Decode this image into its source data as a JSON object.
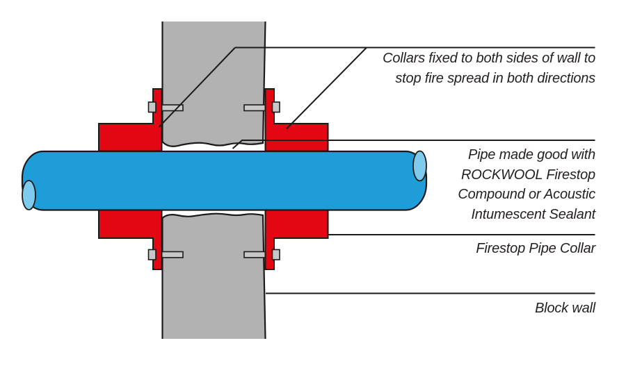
{
  "colors": {
    "collar_red": "#e30613",
    "pipe_blue": "#1f9dd9",
    "pipe_end_light_blue": "#7ecbee",
    "wall_grey": "#b2b2b2",
    "bolt_grey": "#c8c8c8",
    "line_black": "#1a1a1a",
    "text_black": "#231f20"
  },
  "annotations": [
    {
      "id": "collars-fixed",
      "lines": [
        "Collars fixed to both sides of wall to",
        "stop fire spread in both directions"
      ]
    },
    {
      "id": "made-good",
      "lines": [
        "Pipe made good with",
        "ROCKWOOL Firestop",
        "Compound or Acoustic",
        "Intumescent Sealant"
      ]
    },
    {
      "id": "firestop-pipe-collar",
      "lines": [
        "Firestop Pipe Collar"
      ]
    },
    {
      "id": "block-wall",
      "lines": [
        "Block wall"
      ]
    }
  ]
}
